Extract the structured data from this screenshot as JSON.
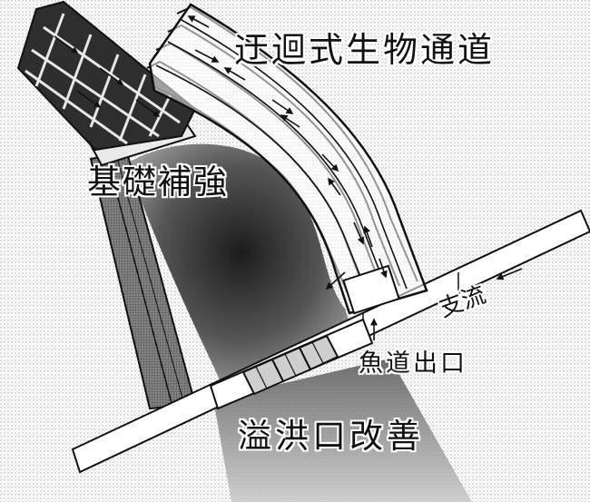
{
  "labels": {
    "fish_passage": "迂迴式生物通道",
    "foundation": "基礎補強",
    "tributary": "支流",
    "fishway_exit": "魚道出口",
    "spillway": "溢洪口改善"
  },
  "colors": {
    "background": "#ffffff",
    "line": "#111111",
    "pier": "#2e2e2e",
    "river_shadow": "#333333"
  }
}
